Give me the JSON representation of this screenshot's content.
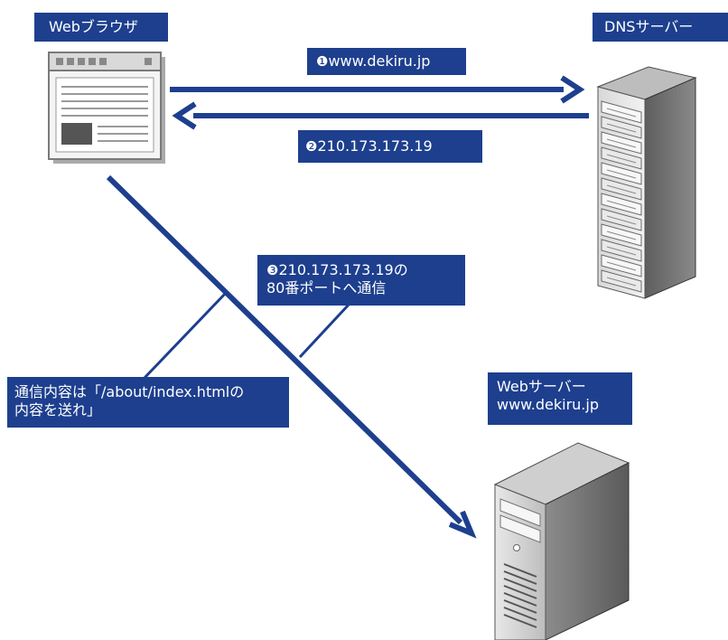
{
  "labels": {
    "browser": "Webブラウザ",
    "dns_server": "DNSサーバー",
    "query": "www.dekiru.jp",
    "query_marker": "❶",
    "answer": "210.173.173.19",
    "answer_marker": "❷",
    "connect_marker": "❸",
    "connect_line1": "210.173.173.19の",
    "connect_line2": "80番ポートへ通信",
    "content_line1": "通信内容は「/about/index.htmlの",
    "content_line2": "内容を送れ」",
    "web_server_line1": "Webサーバー",
    "web_server_line2": "www.dekiru.jp"
  },
  "icons": {
    "browser": "browser-window-icon",
    "dns": "server-rack-icon",
    "web": "tower-server-icon"
  },
  "colors": {
    "accent": "#1d3f8e",
    "label_text": "#ffffff"
  }
}
